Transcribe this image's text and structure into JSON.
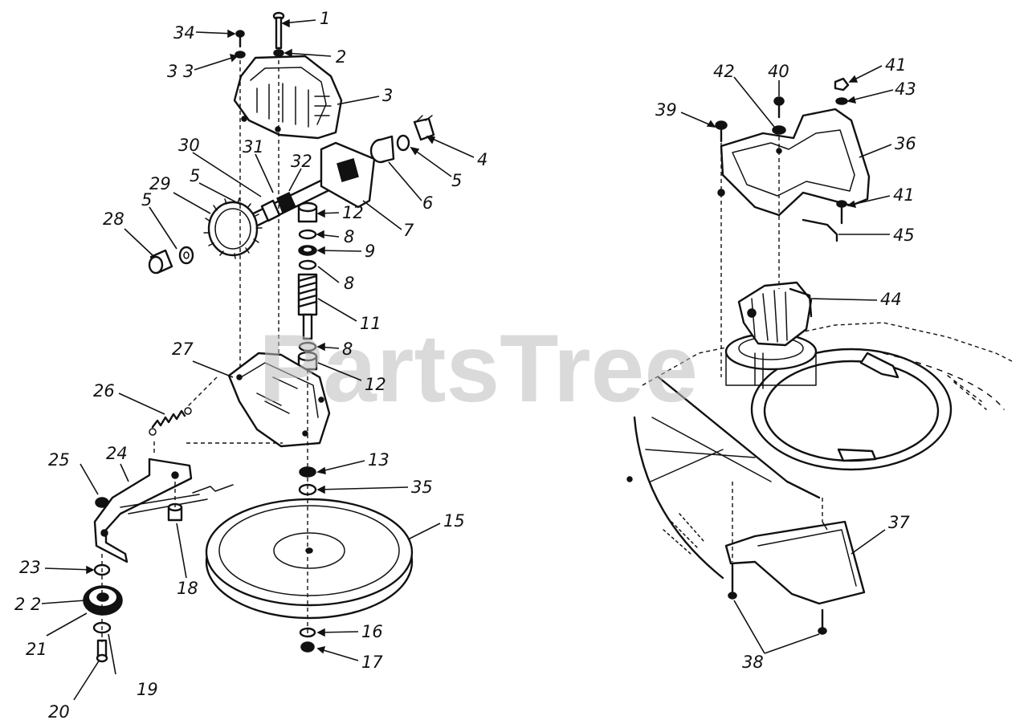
{
  "watermark": "PartsTree",
  "callouts": {
    "c1": "1",
    "c2": "2",
    "c3": "3",
    "c4": "4",
    "c5a": "5",
    "c5b": "5",
    "c5c": "5",
    "c6": "6",
    "c7": "7",
    "c8a": "8",
    "c8b": "8",
    "c8c": "8",
    "c9": "9",
    "c11": "11",
    "c12a": "12",
    "c12b": "12",
    "c13": "13",
    "c15": "15",
    "c16": "16",
    "c17": "17",
    "c18": "18",
    "c19": "19",
    "c20": "20",
    "c21": "21",
    "c22": "2 2",
    "c23": "23",
    "c24": "24",
    "c25": "25",
    "c26": "26",
    "c27": "27",
    "c28": "28",
    "c29": "29",
    "c30": "30",
    "c31": "31",
    "c32": "32",
    "c33": "3 3",
    "c34": "34",
    "c35": "35",
    "c36": "36",
    "c37": "37",
    "c38": "38",
    "c39": "39",
    "c40": "40",
    "c41a": "41",
    "c41b": "41",
    "c42": "42",
    "c43": "43",
    "c44": "44",
    "c45": "45"
  }
}
